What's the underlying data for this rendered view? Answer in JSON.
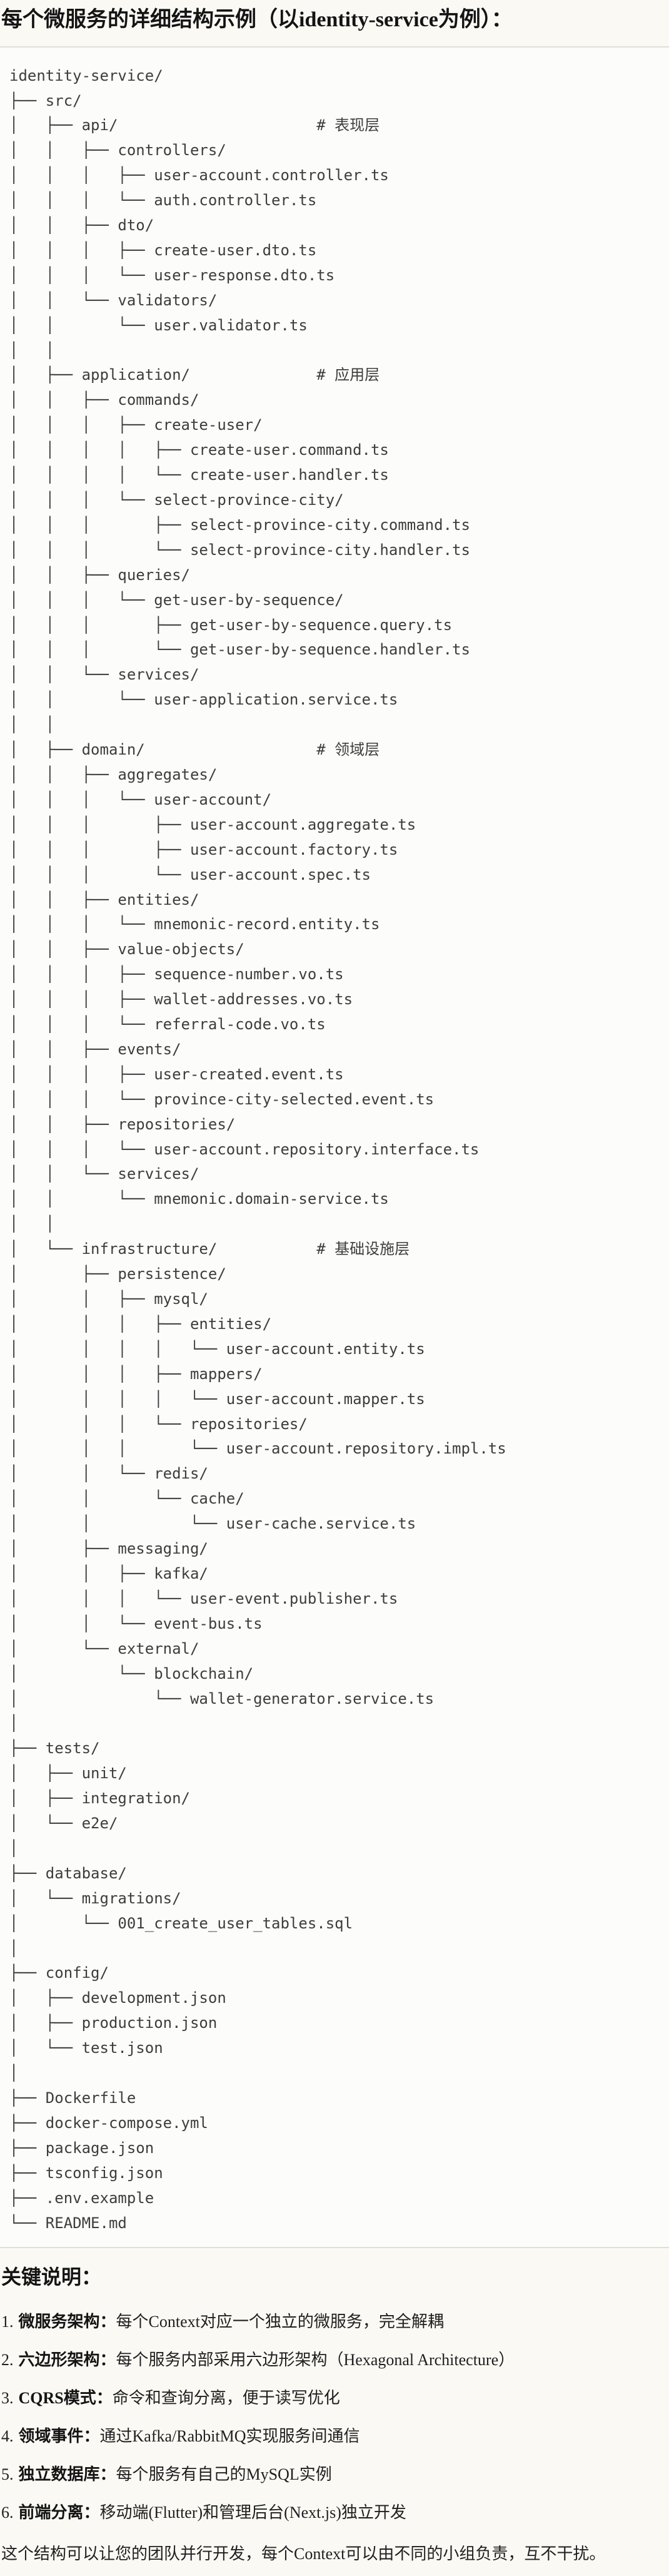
{
  "header": {
    "title": "每个微服务的详细结构示例（以identity-service为例）："
  },
  "tree": {
    "lines": [
      "identity-service/",
      "├── src/",
      "│   ├── api/                      # 表现层",
      "│   │   ├── controllers/",
      "│   │   │   ├── user-account.controller.ts",
      "│   │   │   └── auth.controller.ts",
      "│   │   ├── dto/",
      "│   │   │   ├── create-user.dto.ts",
      "│   │   │   └── user-response.dto.ts",
      "│   │   └── validators/",
      "│   │       └── user.validator.ts",
      "│   │",
      "│   ├── application/              # 应用层",
      "│   │   ├── commands/",
      "│   │   │   ├── create-user/",
      "│   │   │   │   ├── create-user.command.ts",
      "│   │   │   │   └── create-user.handler.ts",
      "│   │   │   └── select-province-city/",
      "│   │   │       ├── select-province-city.command.ts",
      "│   │   │       └── select-province-city.handler.ts",
      "│   │   ├── queries/",
      "│   │   │   └── get-user-by-sequence/",
      "│   │   │       ├── get-user-by-sequence.query.ts",
      "│   │   │       └── get-user-by-sequence.handler.ts",
      "│   │   └── services/",
      "│   │       └── user-application.service.ts",
      "│   │",
      "│   ├── domain/                   # 领域层",
      "│   │   ├── aggregates/",
      "│   │   │   └── user-account/",
      "│   │   │       ├── user-account.aggregate.ts",
      "│   │   │       ├── user-account.factory.ts",
      "│   │   │       └── user-account.spec.ts",
      "│   │   ├── entities/",
      "│   │   │   └── mnemonic-record.entity.ts",
      "│   │   ├── value-objects/",
      "│   │   │   ├── sequence-number.vo.ts",
      "│   │   │   ├── wallet-addresses.vo.ts",
      "│   │   │   └── referral-code.vo.ts",
      "│   │   ├── events/",
      "│   │   │   ├── user-created.event.ts",
      "│   │   │   └── province-city-selected.event.ts",
      "│   │   ├── repositories/",
      "│   │   │   └── user-account.repository.interface.ts",
      "│   │   └── services/",
      "│   │       └── mnemonic.domain-service.ts",
      "│   │",
      "│   └── infrastructure/           # 基础设施层",
      "│       ├── persistence/",
      "│       │   ├── mysql/",
      "│       │   │   ├── entities/",
      "│       │   │   │   └── user-account.entity.ts",
      "│       │   │   ├── mappers/",
      "│       │   │   │   └── user-account.mapper.ts",
      "│       │   │   └── repositories/",
      "│       │   │       └── user-account.repository.impl.ts",
      "│       │   └── redis/",
      "│       │       └── cache/",
      "│       │           └── user-cache.service.ts",
      "│       ├── messaging/",
      "│       │   ├── kafka/",
      "│       │   │   └── user-event.publisher.ts",
      "│       │   └── event-bus.ts",
      "│       └── external/",
      "│           └── blockchain/",
      "│               └── wallet-generator.service.ts",
      "│",
      "├── tests/",
      "│   ├── unit/",
      "│   ├── integration/",
      "│   └── e2e/",
      "│",
      "├── database/",
      "│   └── migrations/",
      "│       └── 001_create_user_tables.sql",
      "│",
      "├── config/",
      "│   ├── development.json",
      "│   ├── production.json",
      "│   └── test.json",
      "│",
      "├── Dockerfile",
      "├── docker-compose.yml",
      "├── package.json",
      "├── tsconfig.json",
      "├── .env.example",
      "└── README.md"
    ]
  },
  "notes": {
    "heading": "关键说明：",
    "items": [
      {
        "num": "1.",
        "label": "微服务架构：",
        "text": "每个Context对应一个独立的微服务，完全解耦"
      },
      {
        "num": "2.",
        "label": "六边形架构：",
        "text": "每个服务内部采用六边形架构（Hexagonal Architecture）"
      },
      {
        "num": "3.",
        "label": "CQRS模式：",
        "text": "命令和查询分离，便于读写优化"
      },
      {
        "num": "4.",
        "label": "领域事件：",
        "text": "通过Kafka/RabbitMQ实现服务间通信"
      },
      {
        "num": "5.",
        "label": "独立数据库：",
        "text": "每个服务有自己的MySQL实例"
      },
      {
        "num": "6.",
        "label": "前端分离：",
        "text": "移动端(Flutter)和管理后台(Next.js)独立开发"
      }
    ]
  },
  "footer": {
    "text": "这个结构可以让您的团队并行开发，每个Context可以由不同的小组负责，互不干扰。"
  },
  "colors": {
    "page_bg": "#faf9f4",
    "code_bg": "#fcfcfa",
    "divider": "#e0dfda",
    "tree_text": "#3d3d3d",
    "heading_text": "#141414"
  }
}
